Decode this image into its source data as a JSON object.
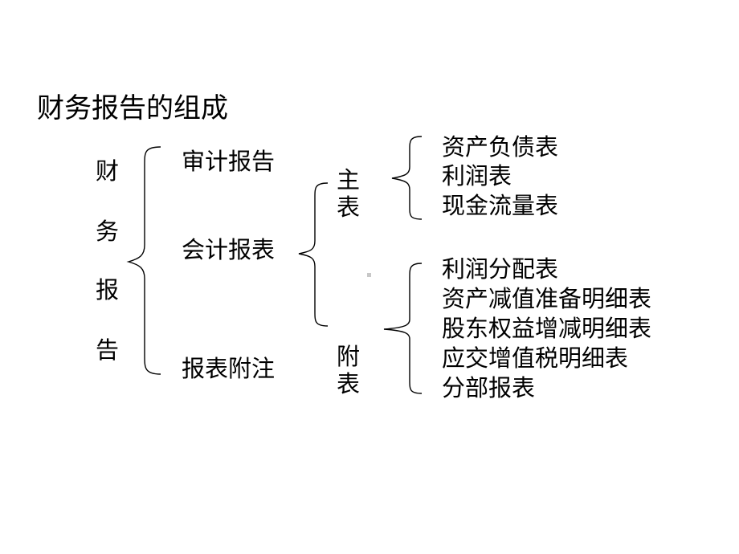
{
  "title": "财务报告的组成",
  "root": [
    "财",
    "务",
    "报",
    "告"
  ],
  "level1": {
    "audit": "审计报告",
    "statements": "会计报表",
    "notes": "报表附注"
  },
  "main_table": [
    "主",
    "表"
  ],
  "attached_table": [
    "附",
    "表"
  ],
  "main_items": [
    "资产负债表",
    "利润表",
    "现金流量表"
  ],
  "attached_items": [
    "利润分配表",
    "资产减值准备明细表",
    "股东权益增减明细表",
    "应交增值税明细表",
    "分部报表"
  ]
}
